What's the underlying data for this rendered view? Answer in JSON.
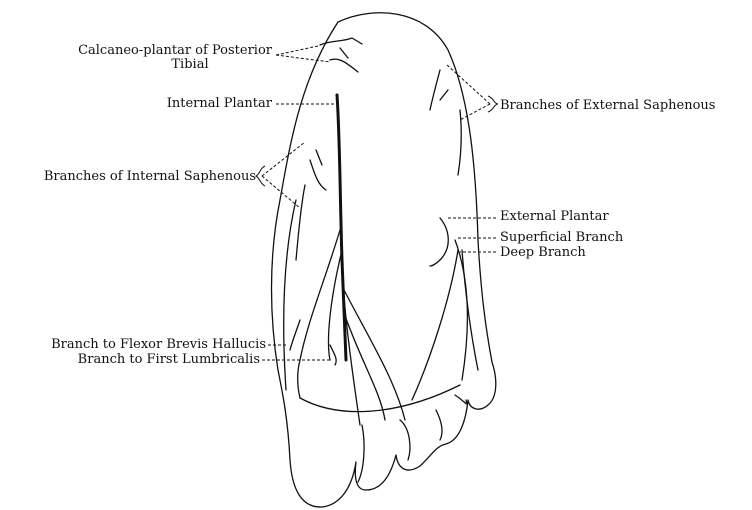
{
  "labels": {
    "calcaneo_line1": "Calcaneo-plantar of Posterior",
    "calcaneo_line2": "Tibial",
    "internal_plantar": "Internal Plantar",
    "branches_internal_saphenous": "Branches of Internal Saphenous",
    "branches_external_saphenous": "Branches of External Saphenous",
    "external_plantar": "External Plantar",
    "superficial_branch": "Superficial Branch",
    "deep_branch": "Deep Branch",
    "branch_flexor_brevis": "Branch to Flexor Brevis Hallucis",
    "branch_first_lumbricalis": "Branch to First Lumbricalis"
  },
  "colors": {
    "ink": "#111111",
    "background": "#ffffff"
  }
}
